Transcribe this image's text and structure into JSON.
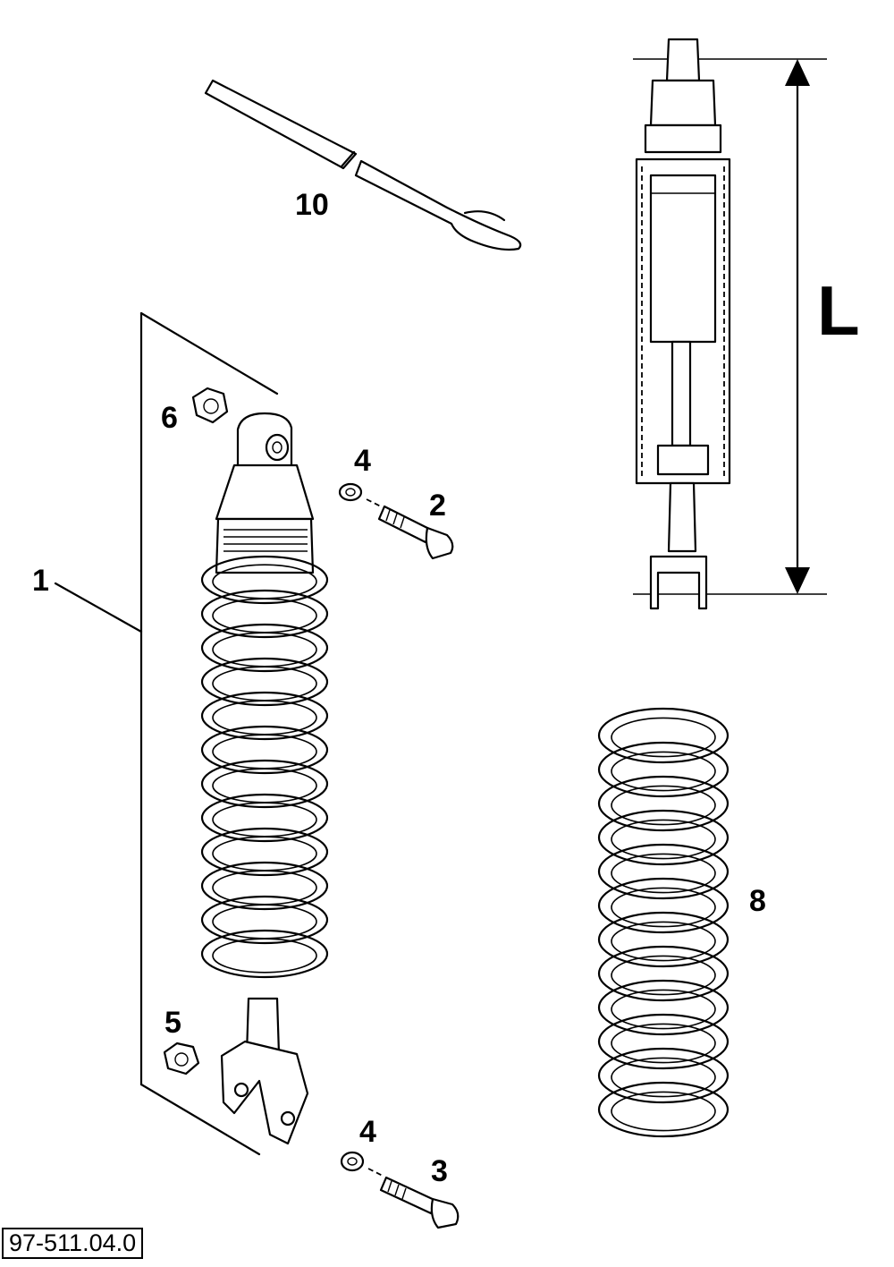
{
  "figure_code": "97-511.04.0",
  "dimension_label": "L",
  "callouts": {
    "shock_absorber": "1",
    "bolt_upper": "2",
    "bolt_lower": "3",
    "washer_upper": "4",
    "washer_lower": "4",
    "nut_lower": "5",
    "nut_upper": "6",
    "spring": "8",
    "hook_wrench": "10"
  }
}
